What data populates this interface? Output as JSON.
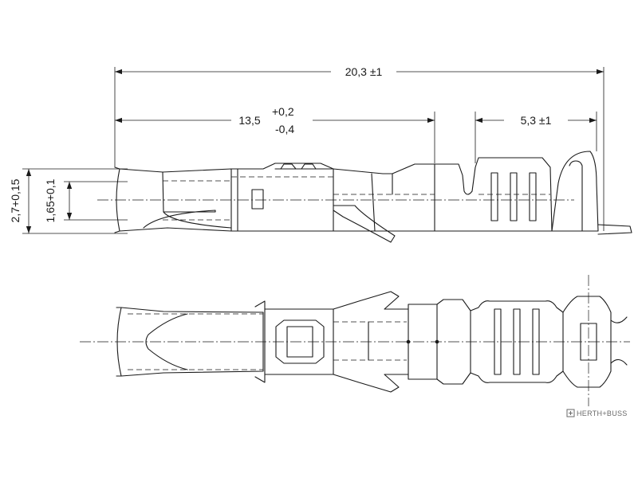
{
  "dimensions": {
    "overall_length": "20,3 ±1",
    "front_length_value": "13,5",
    "front_tol_upper": "+0,2",
    "front_tol_lower": "-0,4",
    "crimp_length": "5,3 ±1",
    "overall_height": "2,7+0,15",
    "contact_height": "1,65+0,1"
  },
  "watermark": {
    "text": "HERTH+BUSS",
    "icon": "herth-buss-logo-icon"
  }
}
